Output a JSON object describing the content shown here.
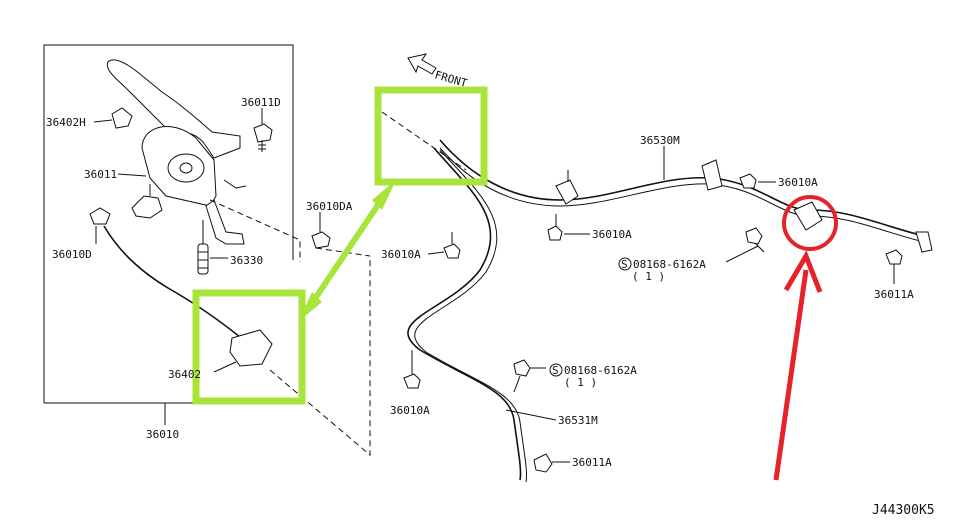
{
  "labels": {
    "l36402H": "36402H",
    "l36011D": "36011D",
    "l36011": "36011",
    "l36010D": "36010D",
    "l36330": "36330",
    "l36402": "36402",
    "l36010": "36010",
    "l36010DA": "36010DA",
    "lFront": "FRONT",
    "l36530M": "36530M",
    "l36010A_1": "36010A",
    "l36010A_2": "36010A",
    "l36010A_3": "36010A",
    "l36010A_4": "36010A",
    "l08168_1": "08168-6162A",
    "l08168_1q": "( 1 )",
    "l08168_2": "08168-6162A",
    "l08168_2q": "( 1 )",
    "l36011A_1": "36011A",
    "l36011A_2": "36011A",
    "l36531M": "36531M",
    "lCode": "J44300K5"
  },
  "highlight_colors": {
    "green": "#a8e43a",
    "red": "#e8222a"
  }
}
